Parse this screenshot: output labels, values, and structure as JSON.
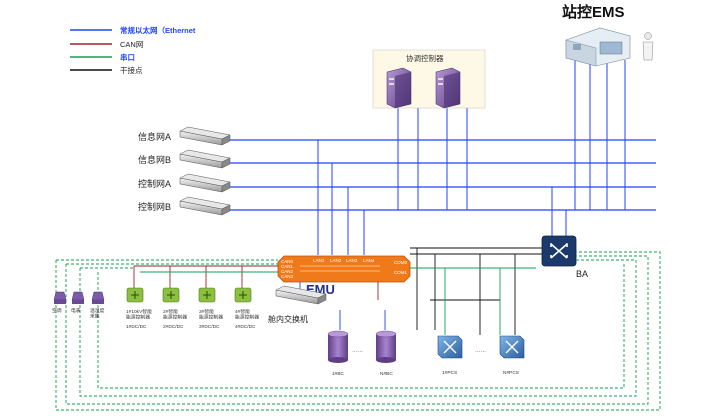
{
  "legend": {
    "items": [
      {
        "label": "常规以太网（Ethernet",
        "color": "#1f45ff"
      },
      {
        "label": "CAN网",
        "color": "#a0222c"
      },
      {
        "label": "串口",
        "color": "#10a050"
      },
      {
        "label": "干接点",
        "color": "#111111"
      }
    ]
  },
  "ems": {
    "title": "站控EMS"
  },
  "coordinator": {
    "label": "协调控制器"
  },
  "networks": [
    {
      "label": "信息网A"
    },
    {
      "label": "信息网B"
    },
    {
      "label": "控制网A"
    },
    {
      "label": "控制网B"
    }
  ],
  "emu": {
    "title": "EMU",
    "ports_top": [
      "LAN1",
      "LAN2",
      "LAN3",
      "LAN4"
    ],
    "ports_left": [
      "CAN0",
      "CAN1",
      "CAN2",
      "CAN3"
    ],
    "ports_right": [
      "COM0",
      "COM1"
    ]
  },
  "ba": {
    "label": "BA"
  },
  "cabin_switch": {
    "label": "舱内交换机"
  },
  "sensors": [
    {
      "label": "空调"
    },
    {
      "label": "电表"
    },
    {
      "label": "温湿度\n采集"
    }
  ],
  "dcdc": [
    {
      "label": "1#DC/DC",
      "sub": "1#10kV智能\n能源控制器"
    },
    {
      "label": "2#DC/DC",
      "sub": "2#智能\n能源控制器"
    },
    {
      "label": "3#DC/DC",
      "sub": "3#智能\n能源控制器"
    },
    {
      "label": "4#DC/DC",
      "sub": "4#智能\n能源控制器"
    }
  ],
  "bc": [
    {
      "label": "1#BC"
    },
    {
      "label": "N#BC"
    }
  ],
  "pcs": [
    {
      "label": "1#PCS"
    },
    {
      "label": "N#PCS"
    }
  ],
  "ellipsis": "……",
  "colors": {
    "ethernet": "#1f45ff",
    "can": "#a0222c",
    "serial": "#10a050",
    "dry": "#111111",
    "emu_fill": "#f07a1a",
    "ba_fill": "#1b3a6b",
    "purple": "#7b5aa6",
    "green_box": "#8bbf3f",
    "pcs_fill": "#4a87c8"
  }
}
